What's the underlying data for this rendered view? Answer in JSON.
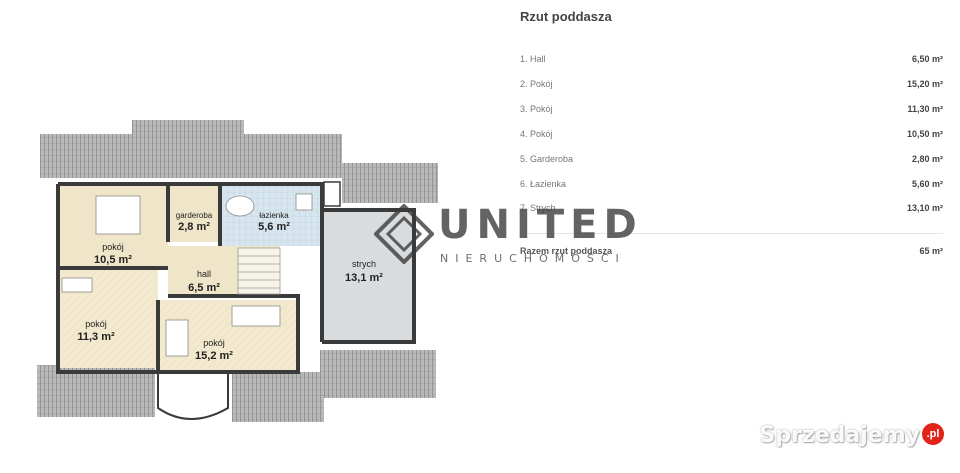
{
  "panel": {
    "title": "Rzut poddasza",
    "rows": [
      {
        "label": "1. Hall",
        "value": "6,50 m²"
      },
      {
        "label": "2. Pokój",
        "value": "15,20 m²"
      },
      {
        "label": "3. Pokój",
        "value": "11,30 m²"
      },
      {
        "label": "4. Pokój",
        "value": "10,50 m²"
      },
      {
        "label": "5. Garderoba",
        "value": "2,80 m²"
      },
      {
        "label": "6. Łazienka",
        "value": "5,60 m²"
      },
      {
        "label": "7. Strych",
        "value": "13,10 m²"
      }
    ],
    "total": {
      "label": "Razem rzut poddasza",
      "value": "65 m²"
    }
  },
  "plan": {
    "rooms": [
      {
        "name": "pokój",
        "area": "10,5 m²"
      },
      {
        "name": "garderoba",
        "area": "2,8 m²"
      },
      {
        "name": "łazienka",
        "area": "5,6 m²"
      },
      {
        "name": "hall",
        "area": "6,5 m²"
      },
      {
        "name": "strych",
        "area": "13,1 m²"
      },
      {
        "name": "pokój",
        "area": "11,3 m²"
      },
      {
        "name": "pokój",
        "area": "15,2 m²"
      }
    ]
  },
  "logo": {
    "main": "UNITED",
    "sub": "NIERUCHOMOŚCI"
  },
  "watermark": {
    "text": "Sprzedajemy",
    "badge": ".pl"
  },
  "colors": {
    "wall": "#3a3a3a",
    "roof": "#8a8a8a",
    "floor_beige": "#efe5c9",
    "attic_gray": "#d9dcdf",
    "bath_tile": "#cfe0ea"
  }
}
